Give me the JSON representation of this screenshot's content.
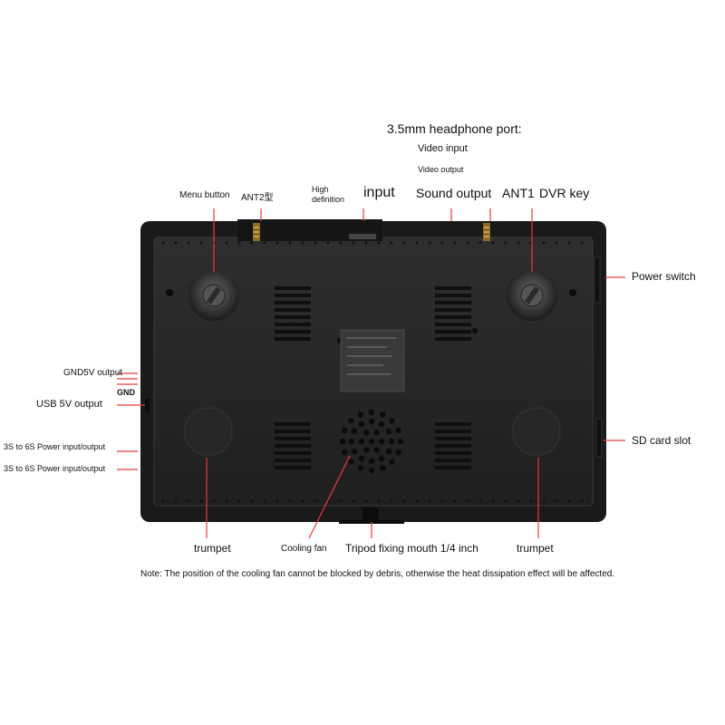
{
  "labels": {
    "headphone_port": "3.5mm headphone port:",
    "video_input": "Video input",
    "video_output": "Video output",
    "menu_button": "Menu button",
    "ant2": "ANT2型",
    "high_definition_line1": "High",
    "high_definition_line2": "definition",
    "input": "input",
    "sound_output": "Sound output",
    "ant1": "ANT1",
    "dvr_key": "DVR key",
    "power_switch": "Power switch",
    "gnd5v_output": "GND5V output",
    "gnd": "GND",
    "usb_5v_output": "USB 5V output",
    "power_io_1": "3S to 6S Power input/output",
    "power_io_2": "3S to 6S Power input/output",
    "sd_card_slot": "SD card slot",
    "trumpet_left": "trumpet",
    "cooling_fan": "Cooling fan",
    "tripod": "Tripod fixing mouth 1/4 inch",
    "trumpet_right": "trumpet",
    "note": "Note: The position of the cooling fan cannot be blocked by debris, otherwise the heat dissipation effect will be affected."
  },
  "colors": {
    "callout_line": "#e83a3a",
    "case_outer": "#1d1d1d",
    "case_inner": "#2a2a2a",
    "background": "#ffffff"
  }
}
